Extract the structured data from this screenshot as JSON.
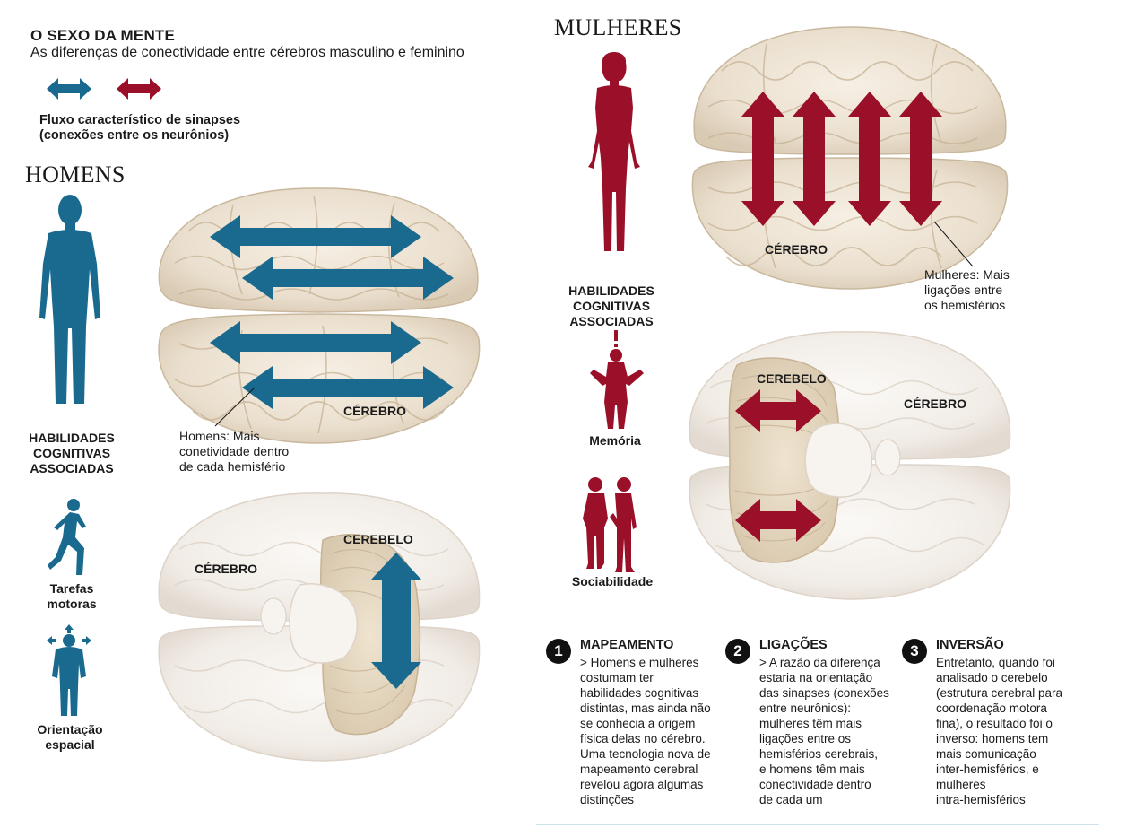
{
  "header": {
    "title": "O SEXO DA MENTE",
    "subtitle": "As diferenças de conectividade entre cérebros masculino e feminino"
  },
  "legend": {
    "caption_line1": "Fluxo característico de sinapses",
    "caption_line2": "(conexões entre os neurônios)",
    "male_color": "#1a6a8f",
    "female_color": "#9b1029"
  },
  "men": {
    "section_title": "HOMENS",
    "skills_heading": [
      "HABILIDADES",
      "COGNITIVAS",
      "ASSOCIADAS"
    ],
    "skill_motor": [
      "Tarefas",
      "motoras"
    ],
    "skill_spatial": [
      "Orientação",
      "espacial"
    ],
    "top_brain_label": "CÉREBRO",
    "top_annotation": [
      "Homens: Mais",
      "conetividade dentro",
      "de cada hemisfério"
    ],
    "bottom_brain_label": "CÉREBRO",
    "bottom_cerebellum_label": "CEREBELO"
  },
  "women": {
    "section_title": "MULHERES",
    "skills_heading": [
      "HABILIDADES",
      "COGNITIVAS",
      "ASSOCIADAS"
    ],
    "skill_memory": "Memória",
    "skill_social": "Sociabilidade",
    "top_brain_label": "CÉREBRO",
    "top_annotation": [
      "Mulheres: Mais",
      "ligações entre",
      "os hemisférios"
    ],
    "bottom_brain_label": "CÉREBRO",
    "bottom_cerebellum_label": "CEREBELO"
  },
  "notes": [
    {
      "number": "1",
      "heading": "MAPEAMENTO",
      "body": [
        "> Homens e mulheres",
        "costumam ter",
        "habilidades cognitivas",
        "distintas, mas ainda não",
        "se conhecia a origem",
        "física delas no cérebro.",
        "Uma tecnologia nova de",
        "mapeamento cerebral",
        "revelou agora algumas",
        "distinções"
      ]
    },
    {
      "number": "2",
      "heading": "LIGAÇÕES",
      "body": [
        "> A razão da diferença",
        "estaria na orientação",
        "das sinapses (conexões",
        "entre neurônios):",
        "mulheres têm mais",
        "ligações entre os",
        "hemisférios cerebrais,",
        "e homens têm mais",
        "conectividade dentro",
        "de cada um"
      ]
    },
    {
      "number": "3",
      "heading": "INVERSÃO",
      "body": [
        "Entretanto, quando foi",
        "analisado o cerebelo",
        "(estrutura cerebral para",
        "coordenação motora",
        "fina), o resultado foi o",
        "inverso: homens tem",
        "mais comunicação",
        "inter-hemisférios, e",
        "mulheres",
        "intra-hemisférios"
      ]
    }
  ]
}
